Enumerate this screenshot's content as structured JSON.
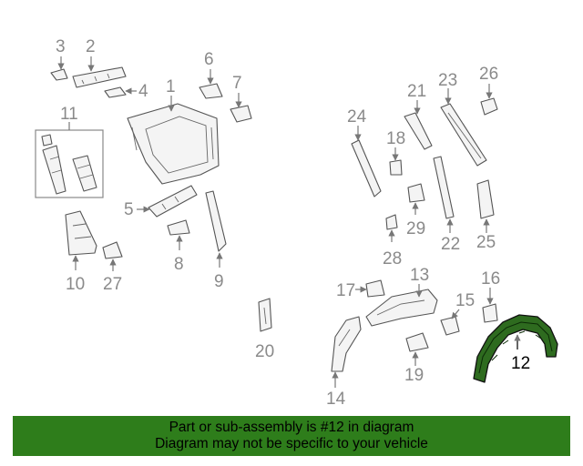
{
  "diagram": {
    "highlight_color": "#2e6b1f",
    "part_numbers": [
      "1",
      "2",
      "3",
      "4",
      "5",
      "6",
      "7",
      "8",
      "9",
      "10",
      "11",
      "12",
      "13",
      "14",
      "15",
      "16",
      "17",
      "18",
      "19",
      "20",
      "21",
      "22",
      "23",
      "24",
      "25",
      "26",
      "27",
      "28",
      "29"
    ],
    "highlighted_part": "12"
  },
  "banner": {
    "line1": "Part or sub-assembly is #12 in diagram",
    "line2": "Diagram may not be specific to your vehicle",
    "color": "#2e7d1b"
  }
}
